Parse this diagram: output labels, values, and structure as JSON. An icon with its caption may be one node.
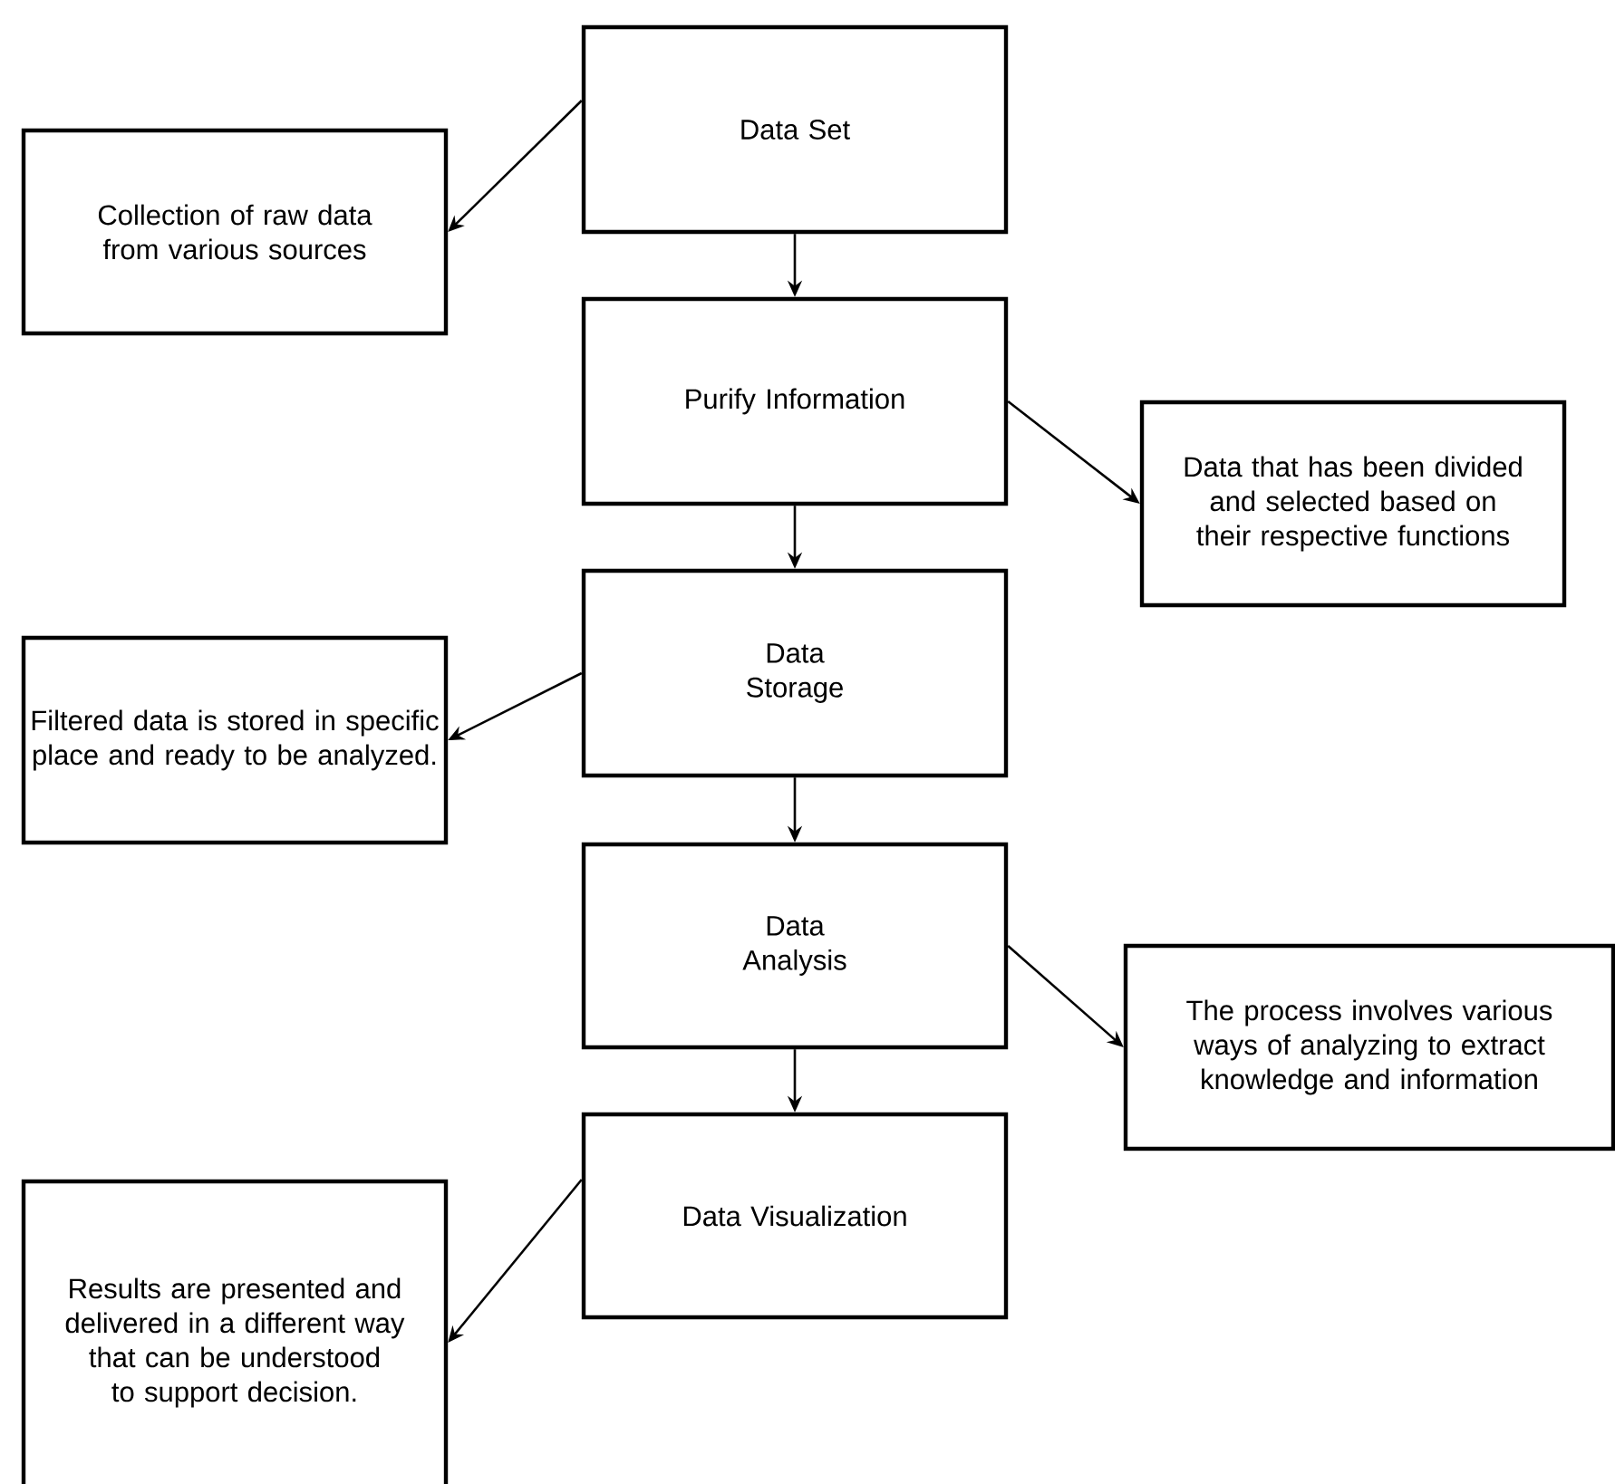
{
  "diagram": {
    "nodes": [
      {
        "text": [
          "Data Set"
        ]
      },
      {
        "text": [
          "Collection of raw data from various sources"
        ]
      },
      {
        "text": [
          "Purify Information"
        ]
      },
      {
        "text": [
          "Data that has been divided and selected based on their respective functions"
        ]
      },
      {
        "text": [
          "Data Storage"
        ]
      },
      {
        "text": [
          "Filtered data is stored in specific place and ready to be analyzed."
        ]
      },
      {
        "text": [
          "Data Analysis"
        ]
      },
      {
        "text": [
          "The process involves various ways of analyzing to extract knowledge and information"
        ]
      },
      {
        "text": [
          "Data Visualization"
        ]
      },
      {
        "text": [
          "Results are presented and delivered in a different way that can be understood to support decision."
        ]
      }
    ],
    "edges": [
      {
        "from": 0,
        "to": 1,
        "arrow": "to"
      },
      {
        "from": 0,
        "to": 2,
        "arrow": "to"
      },
      {
        "from": 2,
        "to": 3,
        "arrow": "to"
      },
      {
        "from": 2,
        "to": 4,
        "arrow": "to"
      },
      {
        "from": 4,
        "to": 5,
        "arrow": "to"
      },
      {
        "from": 4,
        "to": 6,
        "arrow": "to"
      },
      {
        "from": 6,
        "to": 7,
        "arrow": "to"
      },
      {
        "from": 6,
        "to": 8,
        "arrow": "to"
      },
      {
        "from": 8,
        "to": 9,
        "arrow": "to"
      }
    ]
  }
}
